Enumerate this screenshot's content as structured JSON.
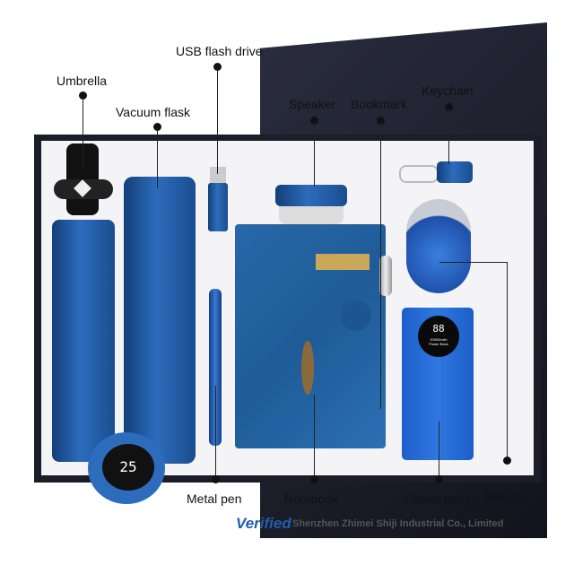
{
  "labels": {
    "umbrella": "Umbrella",
    "vacuum_flask": "Vacuum flask",
    "usb": "USB flash drive",
    "speaker": "Speaker",
    "bookmark": "Bookmark",
    "keychain": "Keychain",
    "metal_pen": "Metal pen",
    "notebook": "Notebook",
    "power_bank": "Power bank",
    "mouse": "Mouse"
  },
  "flask_display": "25",
  "power_bank_display": "88",
  "power_bank_text": "10000mAh Power Bank",
  "footer": {
    "verified": "Verified",
    "company": "Shenzhen Zhimei Shiji Industrial Co., Limited"
  },
  "colors": {
    "product_blue": "#2d6cbc",
    "box": "#1a1c2a",
    "verified": "#1f5fae"
  }
}
